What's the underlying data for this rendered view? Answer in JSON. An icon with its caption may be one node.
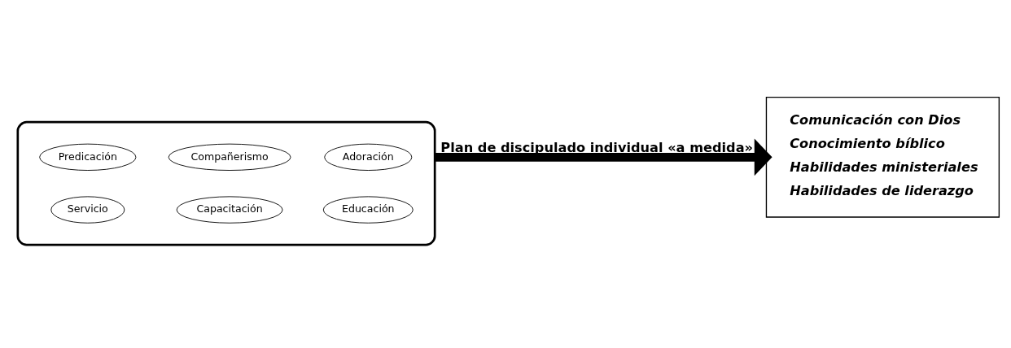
{
  "diagram": {
    "nodes": [
      {
        "text": [],
        "shape": "ellipse"
      },
      {
        "text": [
          "Compañerismo"
        ],
        "in": 0
      },
      {
        "text": [
          "Predicación"
        ],
        "in": 0
      },
      {
        "text": [
          "Adoración"
        ],
        "in": 0
      },
      {
        "text": [
          "Servicio"
        ],
        "in": 0
      },
      {
        "text": [
          "Educación"
        ],
        "in": 0
      },
      {
        "text": [
          "Capacitación"
        ],
        "in": 0
      },
      {
        "text": [
          "Comunicación con Dios",
          "Conocimiento bíblico",
          "Habilidades ministeriales",
          "Habilidades de liderazgo"
        ]
      }
    ],
    "edges": [
      {
        "from": 0,
        "to": 7,
        "arrow": "to",
        "label": "Plan de discipulado individual «a medida»"
      }
    ]
  }
}
